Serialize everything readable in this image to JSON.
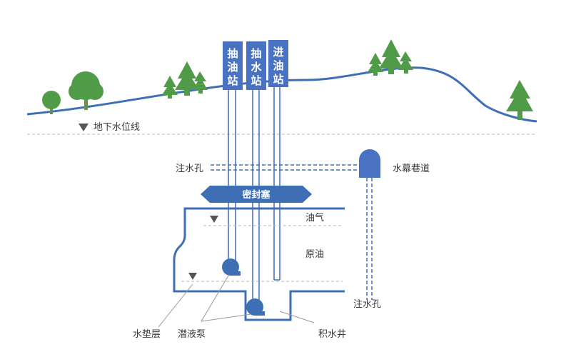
{
  "colors": {
    "ground": "#3e6fb5",
    "station": "#4a72c2",
    "tree": "#4f9b48",
    "guide": "#b5b5b5",
    "text": "#3a3a3a"
  },
  "stations": [
    {
      "chars": [
        "抽",
        "油",
        "站"
      ]
    },
    {
      "chars": [
        "抽",
        "水",
        "站"
      ]
    },
    {
      "chars": [
        "进",
        "油",
        "站"
      ]
    }
  ],
  "labels": {
    "groundwater_line": "地下水位线",
    "injection_hole_top": "注水孔",
    "water_curtain_tunnel": "水幕巷道",
    "seal_plug": "密封塞",
    "oil_gas": "油气",
    "crude_oil": "原油",
    "injection_hole_right": "注水孔",
    "water_cushion": "水垫层",
    "submersible_pump": "潜液泵",
    "sump_well": "积水井"
  }
}
